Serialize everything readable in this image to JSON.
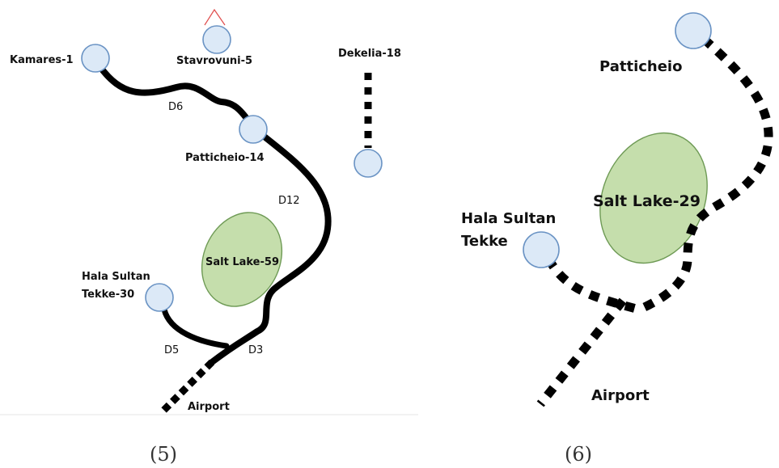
{
  "colors": {
    "node_fill": "#dce9f7",
    "node_stroke": "#6a93c4",
    "lake_fill": "#c5deac",
    "lake_stroke": "#6e9a55",
    "route_color": "#000000",
    "marker_color": "#e05050"
  },
  "diagram5": {
    "caption": "(5)",
    "stations": {
      "kamares": "Kamares-1",
      "stavrovuni": "Stavrovuni-5",
      "dekelia": "Dekelia-18",
      "pattichio": "Patticheio-14",
      "hala_line1": "Hala Sultan",
      "hala_line2": "Tekke-30"
    },
    "lake": "Salt Lake-59",
    "airport": "Airport",
    "edges": {
      "d6": "D6",
      "d12": "D12",
      "d5": "D5",
      "d3": "D3"
    }
  },
  "diagram6": {
    "caption": "(6)",
    "stations": {
      "pattichio": "Patticheio",
      "hala_line1": "Hala Sultan",
      "hala_line2": "Tekke"
    },
    "lake": "Salt Lake-29",
    "airport": "Airport"
  }
}
